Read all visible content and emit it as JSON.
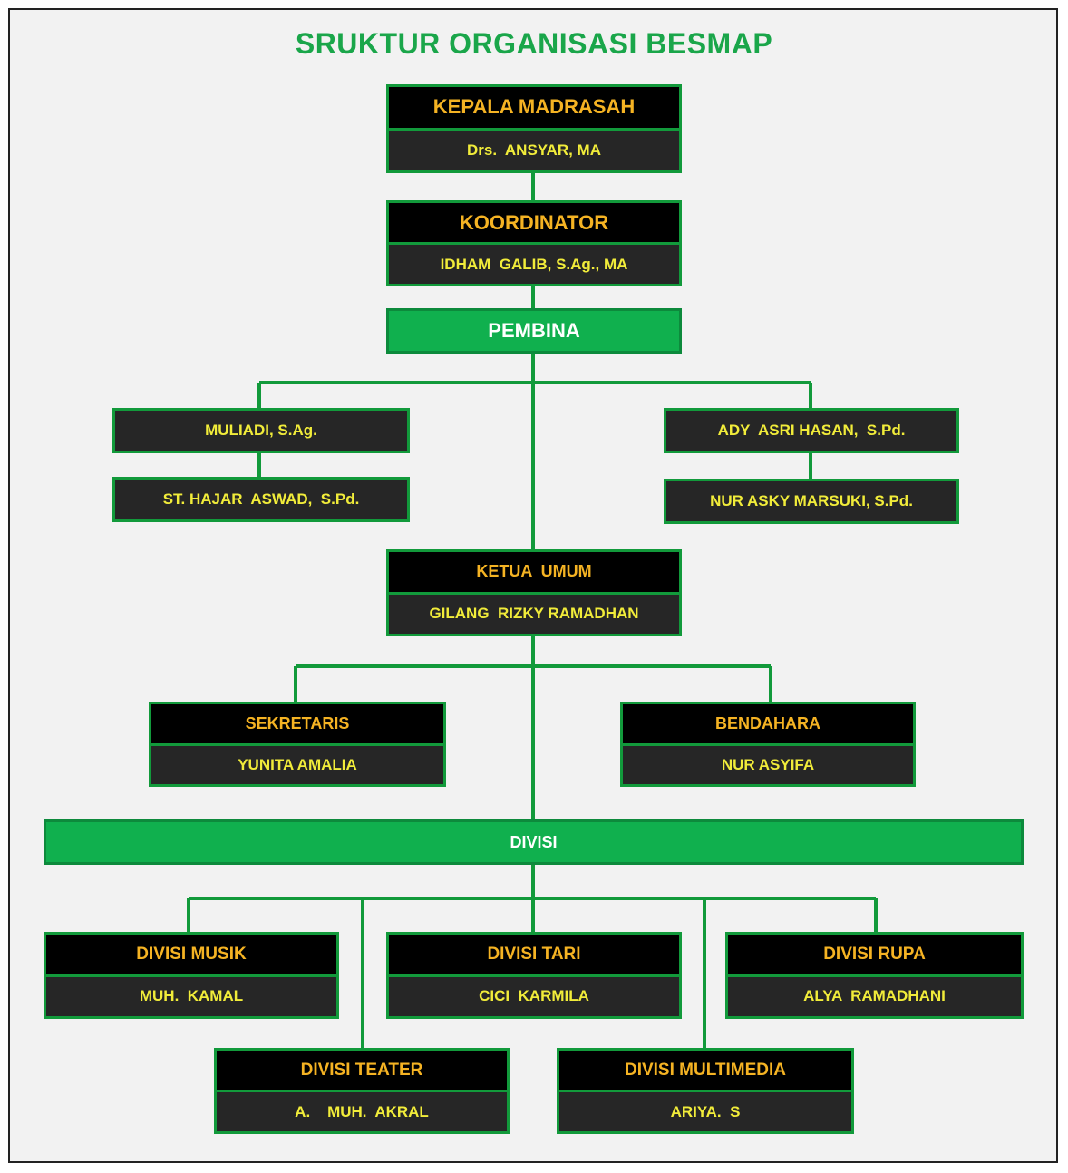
{
  "title": "SRUKTUR ORGANISASI BESMAP",
  "kepala": {
    "role": "KEPALA MADRASAH",
    "name": "Drs.  ANSYAR, MA"
  },
  "koordinator": {
    "role": "KOORDINATOR",
    "name": "IDHAM  GALIB, S.Ag., MA"
  },
  "pembina": {
    "label": "PEMBINA"
  },
  "pembina_members": [
    {
      "name": "MULIADI, S.Ag."
    },
    {
      "name": "ST. HAJAR  ASWAD,  S.Pd."
    },
    {
      "name": "ADY  ASRI HASAN,  S.Pd."
    },
    {
      "name": "NUR ASKY MARSUKI, S.Pd."
    }
  ],
  "ketua": {
    "role": "KETUA  UMUM",
    "name": "GILANG  RIZKY RAMADHAN"
  },
  "sekretaris": {
    "role": "SEKRETARIS",
    "name": "YUNITA AMALIA"
  },
  "bendahara": {
    "role": "BENDAHARA",
    "name": "NUR ASYIFA"
  },
  "divisi": {
    "label": "DIVISI"
  },
  "divisions": [
    {
      "role": "DIVISI MUSIK",
      "name": "MUH.  KAMAL"
    },
    {
      "role": "DIVISI TARI",
      "name": "CICI  KARMILA"
    },
    {
      "role": "DIVISI RUPA",
      "name": "ALYA  RAMADHANI"
    },
    {
      "role": "DIVISI TEATER",
      "name": "A.    MUH.  AKRAL"
    },
    {
      "role": "DIVISI MULTIMEDIA",
      "name": "ARIYA.  S"
    }
  ],
  "colors": {
    "title": "#1aa64a",
    "border": "#129a3b",
    "role_text": "#f5b323",
    "name_text": "#f1ec3a",
    "header_bg": "#000000",
    "name_bg": "#262626",
    "green_bar": "#10b04e"
  }
}
